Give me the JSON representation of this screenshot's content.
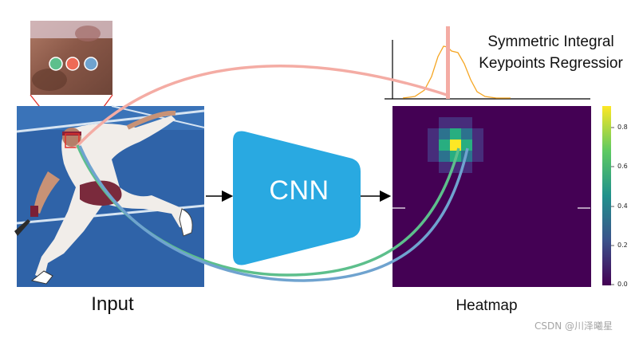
{
  "labels": {
    "input": "Input",
    "heatmap": "Heatmap",
    "cnn": "CNN",
    "title_line1": "Symmetric Integral",
    "title_line2": "Keypoints Regressior",
    "watermark": "CSDN @川泽曦星"
  },
  "colorbar": {
    "ticks": [
      "0.8",
      "0.6",
      "0.4",
      "0.2",
      "0.0"
    ]
  },
  "colors": {
    "cnn": "#29a9e1",
    "heatmap_bg": "#440154",
    "keypoint_1": "#5dbf8c",
    "keypoint_2": "#ee6a56",
    "keypoint_3": "#6fa3cf",
    "regression_line": "#f4aca4",
    "distribution": "#f5a623",
    "arrow": "#000000"
  }
}
